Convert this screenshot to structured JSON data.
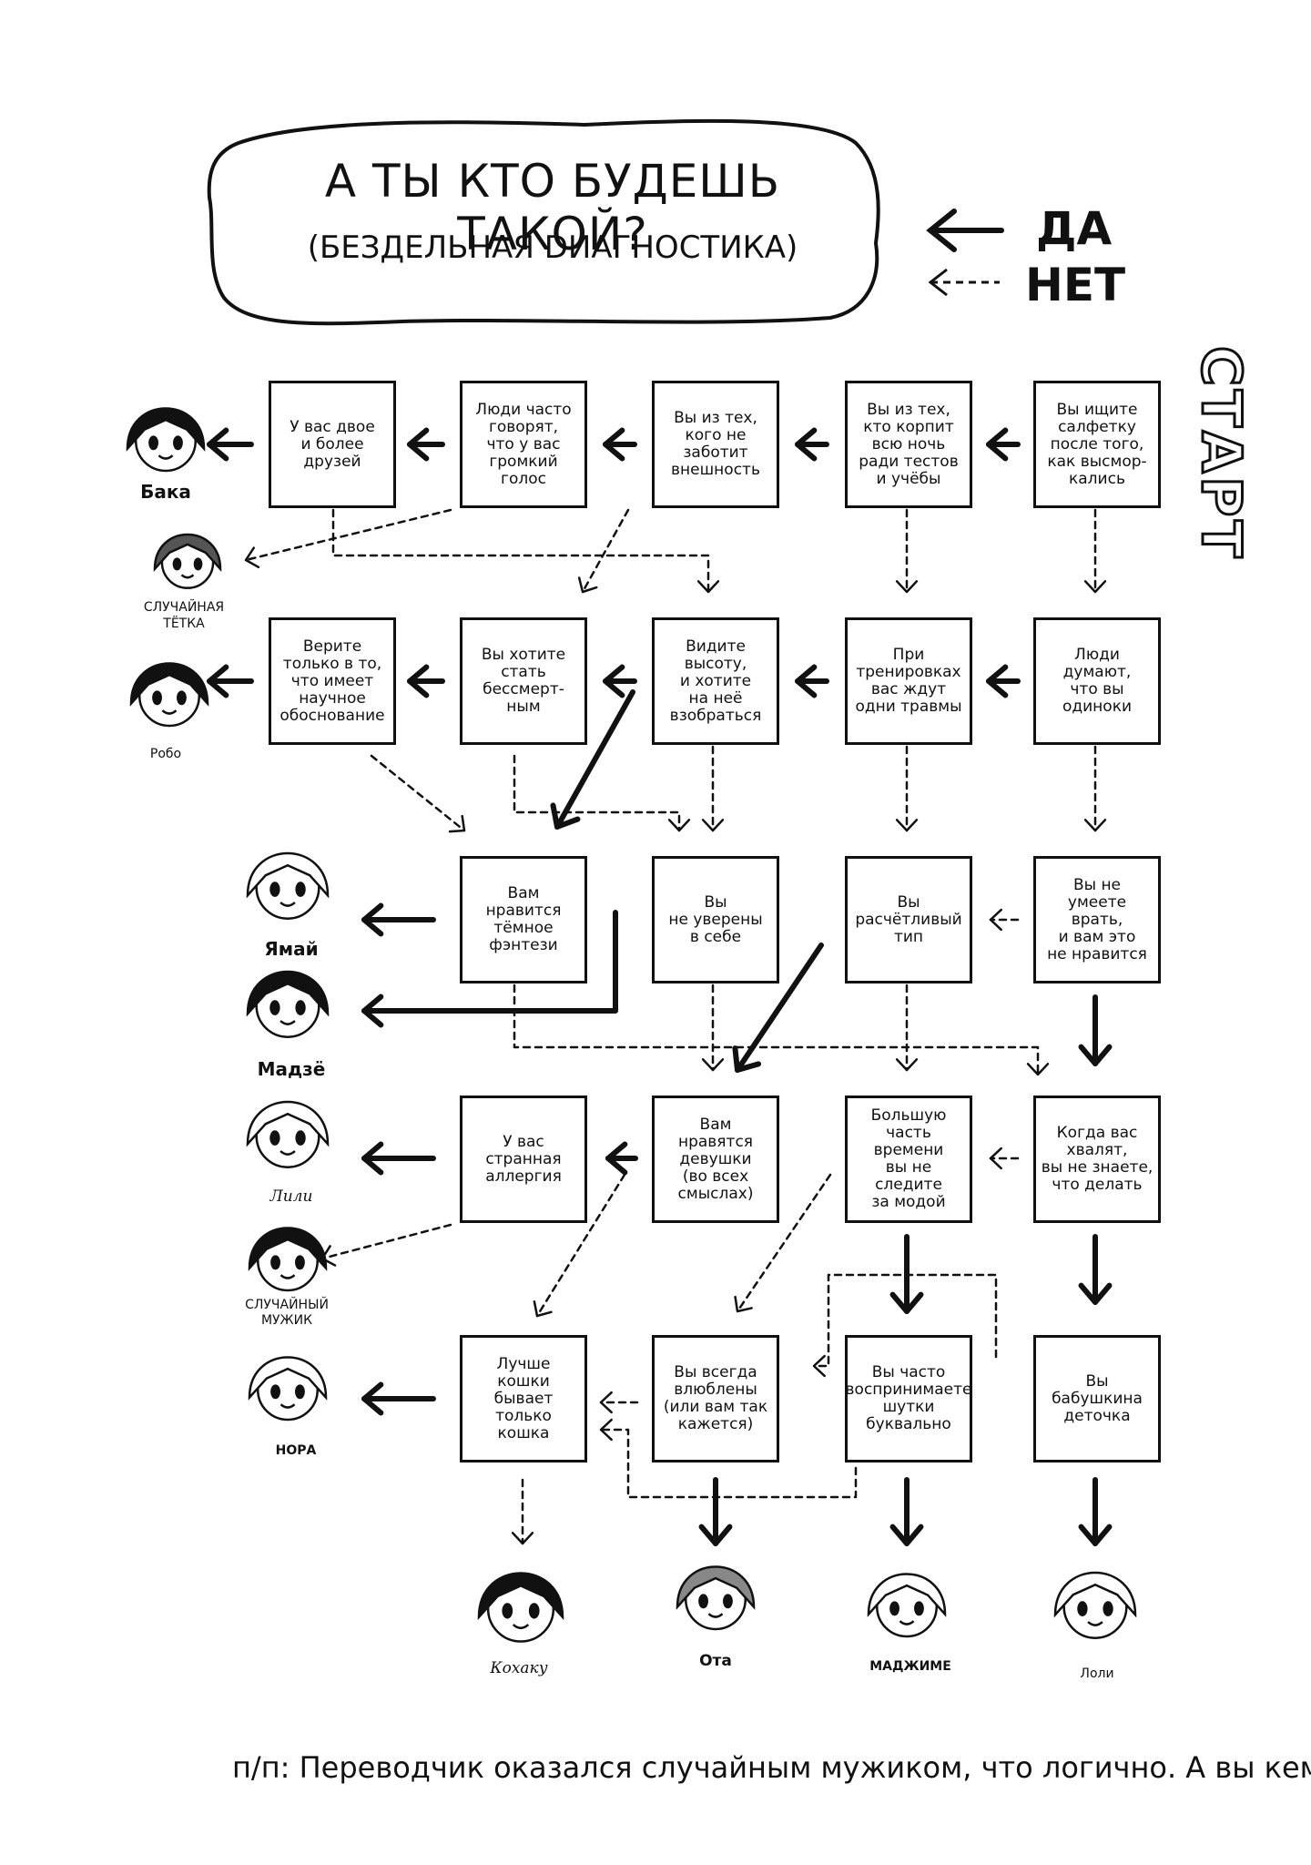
{
  "title": {
    "main": "А ТЫ КТО БУДЕШЬ ТАКОЙ?",
    "sub": "(БЕЗДЕЛЬНАЯ DИАГНОСТИКА)"
  },
  "legend": {
    "yes_label": "ДА",
    "no_label": "НЕТ"
  },
  "start_label": "СТАРТ",
  "questions": [
    {
      "id": "q1",
      "text": "Вы ищите\nсалфетку\nпосле того,\nкак высмор-\nкались"
    },
    {
      "id": "q2",
      "text": "Вы из тех,\nкто корпит\nвсю ночь\nради тестов\nи учёбы"
    },
    {
      "id": "q3",
      "text": "Вы из тех,\nкого не\nзаботит\nвнешность"
    },
    {
      "id": "q4",
      "text": "Люди часто\nговорят,\nчто у вас\nгромкий\nголос"
    },
    {
      "id": "q5",
      "text": "У вас двое\nи более\nдрузей"
    },
    {
      "id": "q6",
      "text": "Люди\nдумают,\nчто вы\nодиноки"
    },
    {
      "id": "q7",
      "text": "При\nтренировках\nвас ждут\nодни травмы"
    },
    {
      "id": "q8",
      "text": "Видите\nвысоту,\nи хотите\nна неё\nвзобраться"
    },
    {
      "id": "q9",
      "text": "Вы хотите\nстать\nбессмерт-\nным"
    },
    {
      "id": "q10",
      "text": "Верите\nтолько в то,\nчто имеет\nнаучное\nобоснование"
    },
    {
      "id": "q11",
      "text": "Вы не\nумеете\nврать,\nи вам это\nне нравится"
    },
    {
      "id": "q12",
      "text": "Вы\nрасчётливый\nтип"
    },
    {
      "id": "q13",
      "text": "Вы\nне уверены\nв себе"
    },
    {
      "id": "q14",
      "text": "Вам\nнравится\nтёмное\nфэнтези"
    },
    {
      "id": "q15",
      "text": "Когда вас\nхвалят,\nвы не знаете,\nчто делать"
    },
    {
      "id": "q16",
      "text": "Большую\nчасть времени\nвы не следите\nза модой"
    },
    {
      "id": "q17",
      "text": "Вам\nнравятся\nдевушки\n(во всех\nсмыслах)"
    },
    {
      "id": "q18",
      "text": "У вас\nстранная\nаллергия"
    },
    {
      "id": "q19",
      "text": "Вы бабушкина\nдеточка"
    },
    {
      "id": "q20",
      "text": "Вы часто\nвоспринимаете\nшутки\nбуквально"
    },
    {
      "id": "q21",
      "text": "Вы всегда\nвлюблены\n(или вам так\nкажется)"
    },
    {
      "id": "q22",
      "text": "Лучше\nкошки\nбывает\nтолько\nкошка"
    }
  ],
  "characters": [
    {
      "id": "baka",
      "name": "Бака"
    },
    {
      "id": "tetka",
      "name": "СЛУЧАЙНАЯ\nТЁТКА"
    },
    {
      "id": "robo",
      "name": "Робо"
    },
    {
      "id": "yamai",
      "name": "Ямай"
    },
    {
      "id": "madze",
      "name": "Мадзё"
    },
    {
      "id": "lili",
      "name": "Лили"
    },
    {
      "id": "muzhik",
      "name": "СЛУЧАЙНЫЙ\nМУЖИК"
    },
    {
      "id": "nora",
      "name": "НОРА"
    },
    {
      "id": "kohaku",
      "name": "Кохаку"
    },
    {
      "id": "ota",
      "name": "Ота"
    },
    {
      "id": "majime",
      "name": "МАДЖИМЕ"
    },
    {
      "id": "loli",
      "name": "Лоли"
    }
  ],
  "footer": "п/п: Переводчик оказался случайным мужиком, что логично. А вы кем?"
}
